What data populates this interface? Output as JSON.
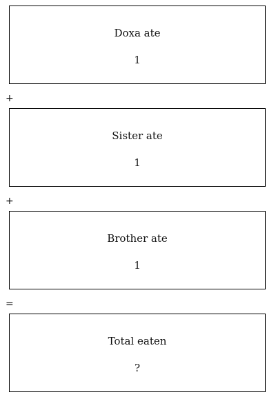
{
  "boxes": [
    {
      "label": "Doxa ate",
      "value": "1"
    },
    {
      "label": "Sister ate",
      "value": "1"
    },
    {
      "label": "Brother ate",
      "value": "1"
    },
    {
      "label": "Total eaten",
      "value": "?"
    }
  ],
  "operators": [
    "+",
    "+",
    "="
  ]
}
